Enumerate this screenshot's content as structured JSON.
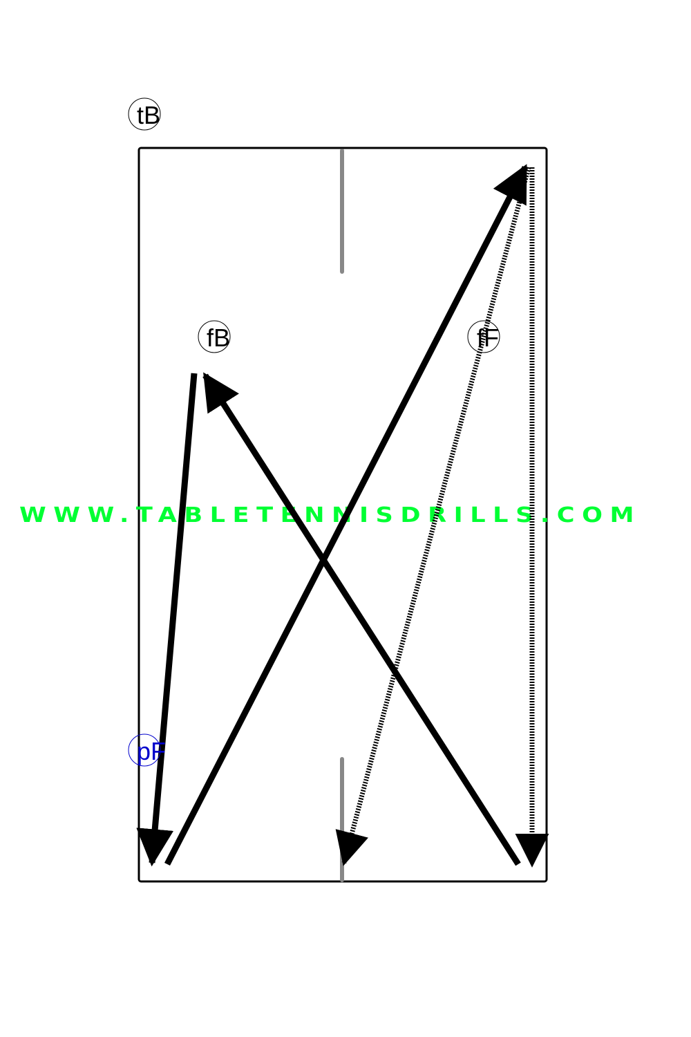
{
  "colors": {
    "table_border": "#000000",
    "center_line": "#888888",
    "stroke": "#000000",
    "pF_label": "#0000cc",
    "watermark": "#00ff33"
  },
  "labels": {
    "tB": "tB",
    "fB": "fB",
    "fF": "fF",
    "pF": "pF"
  },
  "watermark": {
    "text": "WWW.TABLETENNISDRILLS.COM"
  },
  "arrows": [
    {
      "name": "arrow-fb-to-bottom-left",
      "style": "solid"
    },
    {
      "name": "arrow-bottom-left-to-top-right",
      "style": "solid"
    },
    {
      "name": "arrow-bottom-right-to-fb",
      "style": "solid"
    },
    {
      "name": "arrow-top-right-to-bottom-center",
      "style": "dotted"
    },
    {
      "name": "arrow-top-right-to-bottom-right",
      "style": "dotted"
    }
  ]
}
